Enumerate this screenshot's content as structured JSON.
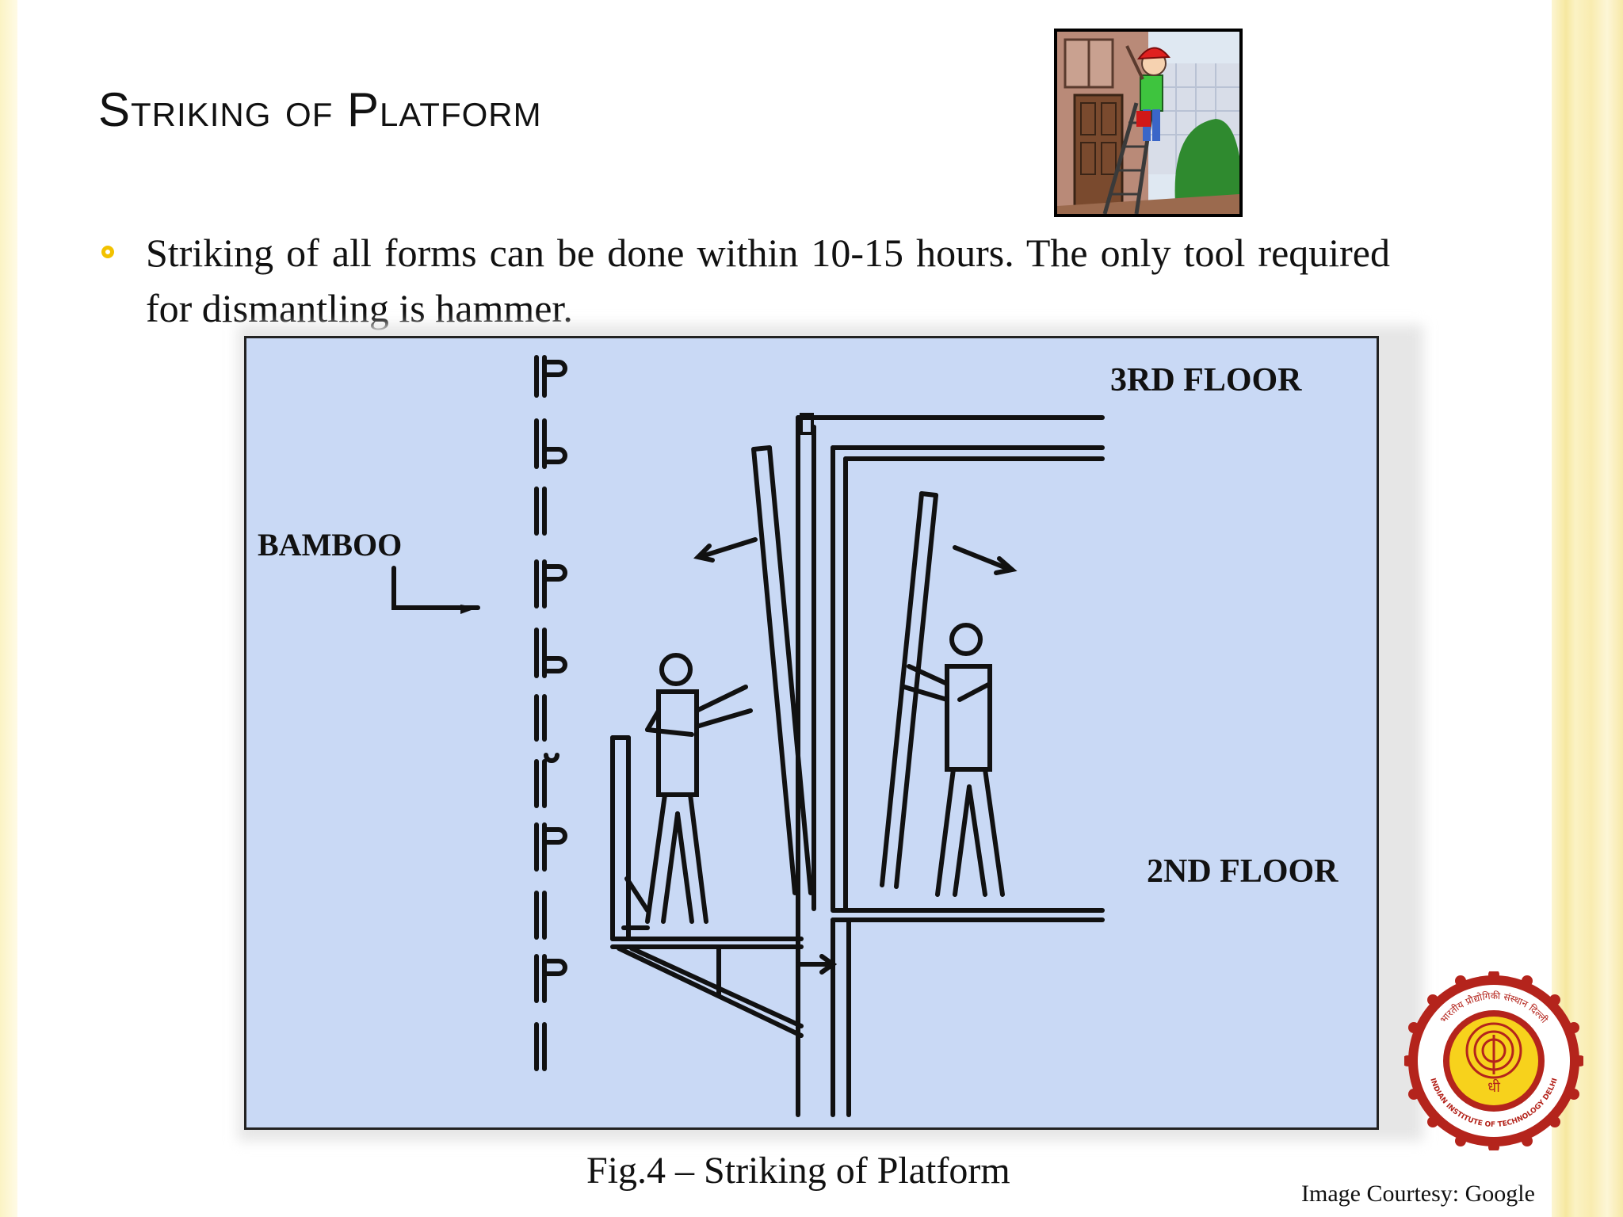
{
  "slide": {
    "title": "Striking of Platform",
    "bullet_text": "Striking of all forms can be done within 10-15 hours. The only tool required for dismantling is hammer.",
    "caption": "Fig.4 – Striking of Platform",
    "courtesy": "Image Courtesy: Google"
  },
  "figure": {
    "label_third_floor": "3RD FLOOR",
    "label_second_floor": "2ND FLOOR",
    "label_bamboo": "BAMBOO"
  },
  "logo": {
    "top_text": "भारतीय प्रौद्योगिकी संस्थान दिल्ली",
    "bottom_text": "INDIAN INSTITUTE OF TECHNOLOGY DELHI",
    "center_text": "धी"
  },
  "colors": {
    "figure_bg": "#c9d9f5",
    "bullet_accent": "#f2c200",
    "border_yellow": "#f6e8a0",
    "logo_red": "#b4241c"
  },
  "icons": {
    "bullet": "hollow-circle-bullet",
    "clipart": "painter-on-ladder",
    "logo": "iit-delhi-emblem"
  }
}
